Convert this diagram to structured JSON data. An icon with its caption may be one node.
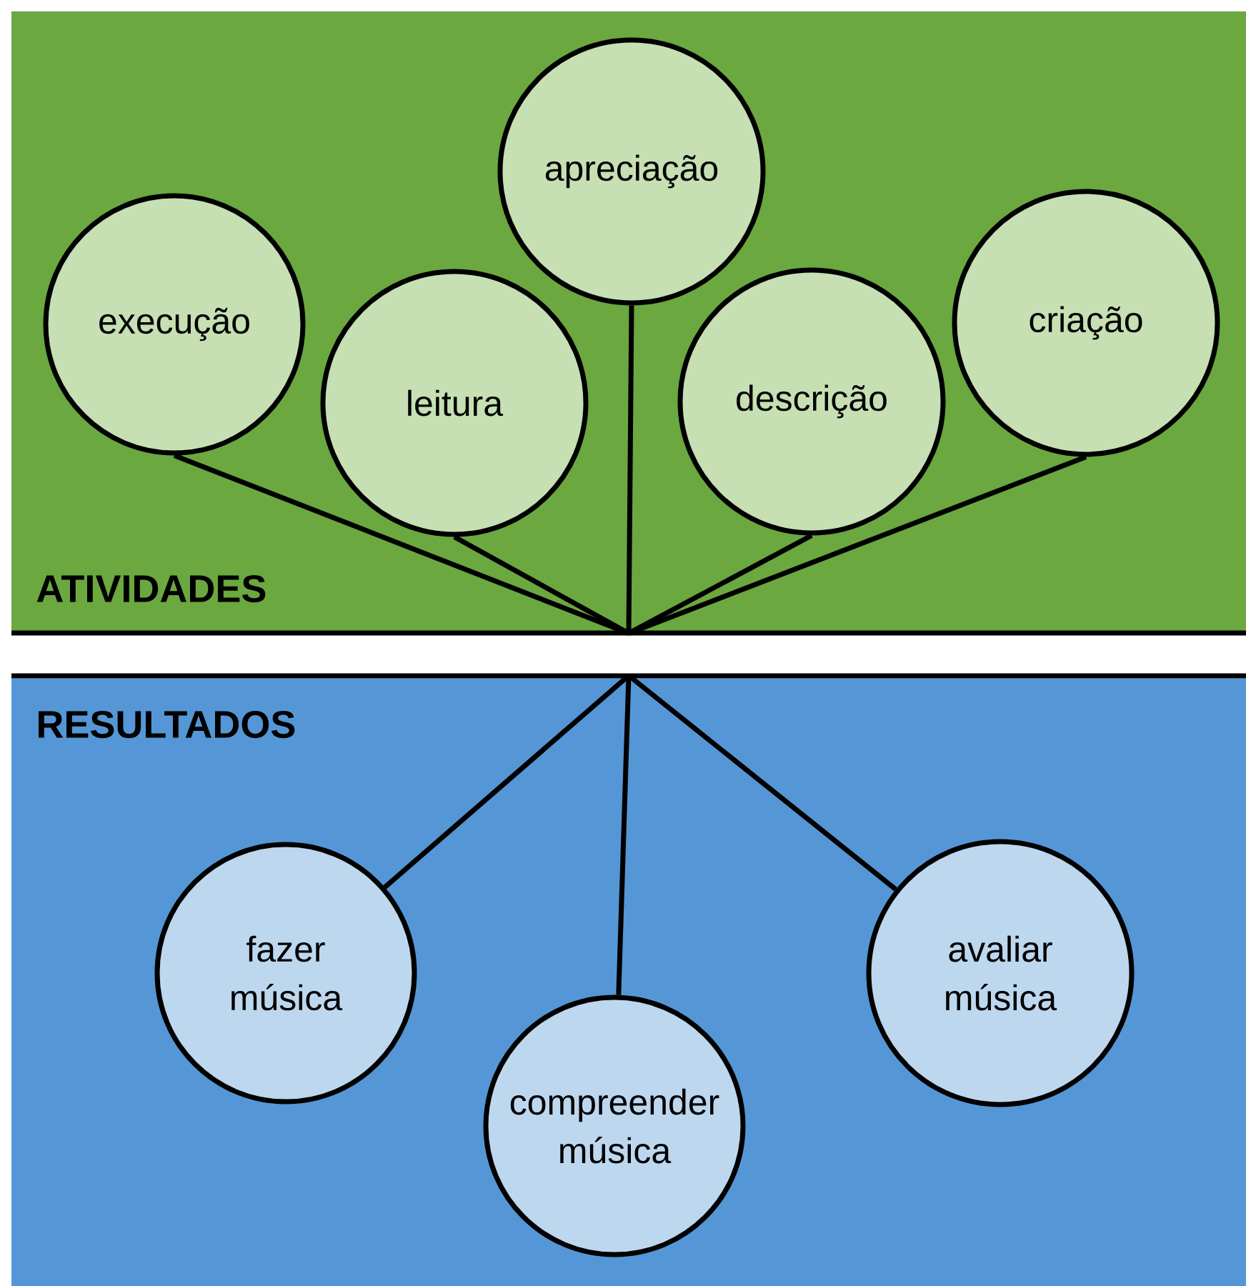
{
  "diagram": {
    "nodes": [
      {
        "text": [
          "ATIVIDADES"
        ]
      },
      {
        "text": [
          "execução"
        ],
        "in": 0
      },
      {
        "text": [
          "leitura"
        ],
        "in": 0
      },
      {
        "text": [
          "apreciação"
        ],
        "in": 0
      },
      {
        "text": [
          "descrição"
        ],
        "in": 0
      },
      {
        "text": [
          "criação"
        ],
        "in": 0
      },
      {
        "text": [
          "RESULTADOS"
        ]
      },
      {
        "text": [
          "fazer música"
        ],
        "in": 6
      },
      {
        "text": [
          "compreender música"
        ],
        "in": 6
      },
      {
        "text": [
          "avaliar música"
        ],
        "in": 6
      }
    ],
    "edges": [
      {
        "from": 1,
        "to": 0,
        "arrow": "none"
      },
      {
        "from": 2,
        "to": 0,
        "arrow": "none"
      },
      {
        "from": 3,
        "to": 0,
        "arrow": "none"
      },
      {
        "from": 4,
        "to": 0,
        "arrow": "none"
      },
      {
        "from": 5,
        "to": 0,
        "arrow": "none"
      },
      {
        "from": 6,
        "to": 7,
        "arrow": "none"
      },
      {
        "from": 6,
        "to": 8,
        "arrow": "none"
      },
      {
        "from": 6,
        "to": 9,
        "arrow": "none"
      }
    ]
  }
}
